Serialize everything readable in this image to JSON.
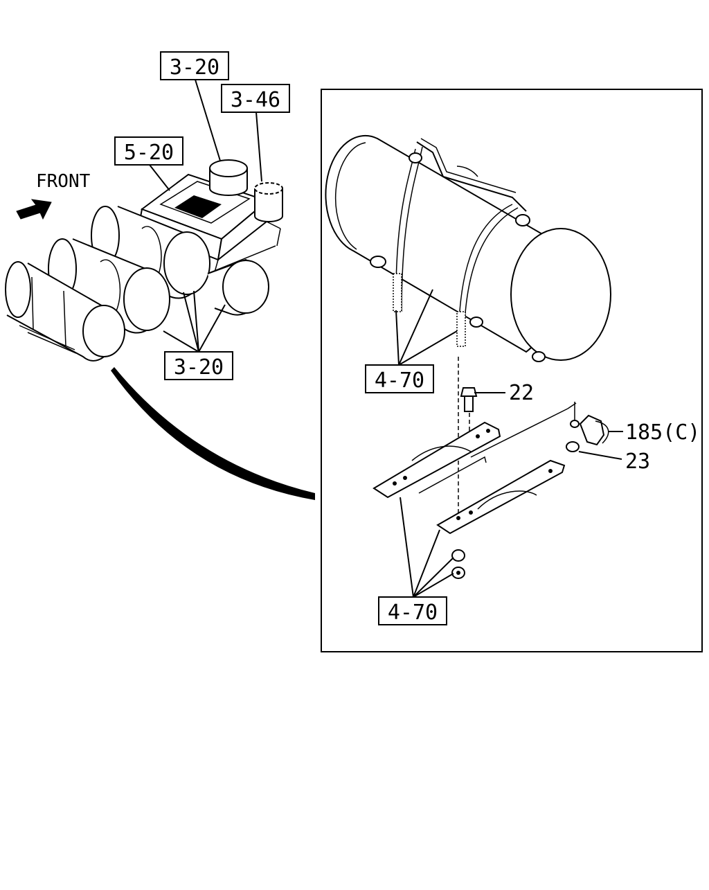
{
  "labels": {
    "front": "FRONT",
    "ref_3_20_top": "3-20",
    "ref_3_46": "3-46",
    "ref_5_20": "5-20",
    "ref_3_20_bottom": "3-20",
    "ref_4_70_upper": "4-70",
    "ref_4_70_lower": "4-70",
    "part_22": "22",
    "part_185c": "185(C)",
    "part_23": "23"
  }
}
